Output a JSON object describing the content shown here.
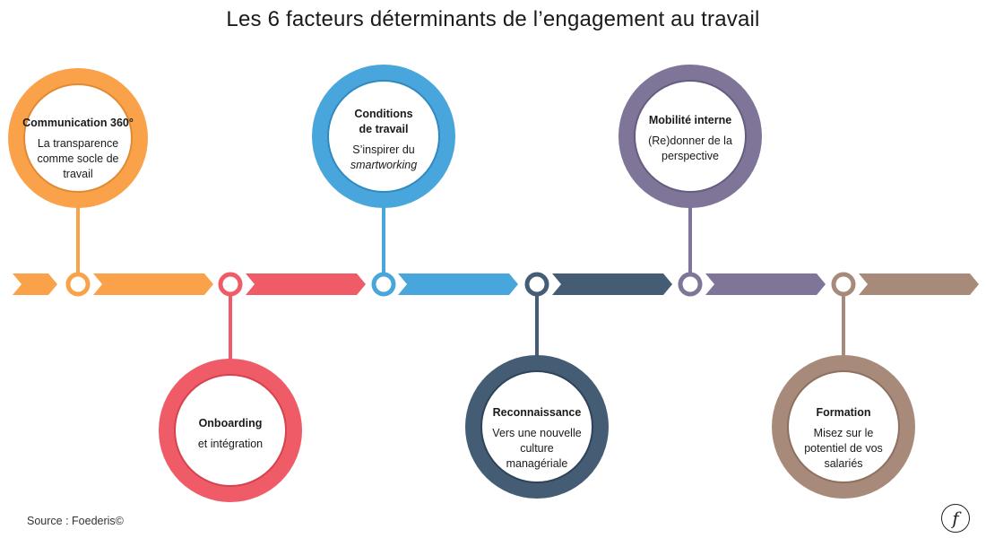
{
  "title": "Les 6 facteurs déterminants de l’engagement au travail",
  "factors": [
    {
      "heading": "Communication 360°",
      "desc": "La transparence comme socle de travail",
      "desc_em": "",
      "color": "#F9A24A",
      "position": "top"
    },
    {
      "heading": "Onboarding",
      "desc": "et intégration",
      "desc_em": "",
      "color": "#EF5C68",
      "position": "bottom"
    },
    {
      "heading": "Conditions de travail",
      "desc": "S’inspirer du",
      "desc_em": "smartworking",
      "color": "#49A6DC",
      "position": "top"
    },
    {
      "heading": "Reconnaissance",
      "desc": "Vers une nouvelle culture managériale",
      "desc_em": "",
      "color": "#445C74",
      "position": "bottom"
    },
    {
      "heading": "Mobilité interne",
      "desc": "(Re)donner de la perspective",
      "desc_em": "",
      "color": "#7F7599",
      "position": "top"
    },
    {
      "heading": "Formation",
      "desc": "Misez sur le potentiel de vos salariés",
      "desc_em": "",
      "color": "#A88A7A",
      "position": "bottom"
    }
  ],
  "source": "Source : Foederis©",
  "logo": {
    "letter": "f",
    "icon": "foederis-logo-icon"
  }
}
